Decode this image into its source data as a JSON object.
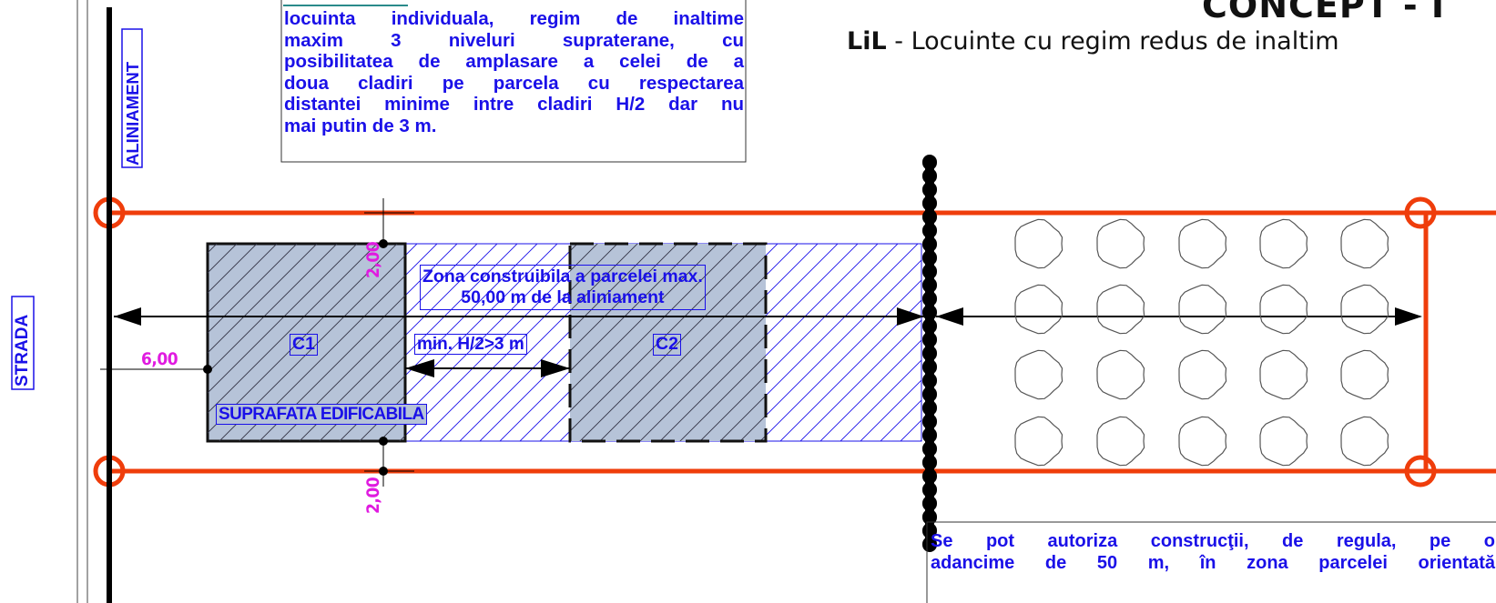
{
  "title": {
    "concept": "CONCEPT - I",
    "zone_code": "LiL",
    "zone_desc": " - Locuinte cu regim redus de inaltim"
  },
  "top_note": {
    "lines": [
      "locuinta individuala, regim de inaltime",
      "maxim 3 niveluri supraterane, cu",
      "posibilitatea de amplasare a celei de a",
      "doua cladiri pe parcela cu respectarea",
      "distantei minime intre cladiri H/2 dar nu",
      "mai putin de 3 m."
    ]
  },
  "labels": {
    "aliniament": "ALINIAMENT",
    "strada": "STRADA",
    "zona": [
      "Zona construibila a parcelei max.",
      "50,00 m de la aliniament"
    ],
    "c1": "C1",
    "c2": "C2",
    "min_dist": "min. H/2>3 m",
    "suprafata": "SUPRAFATA EDIFICABILA"
  },
  "dimensions": {
    "front_setback": "6,00",
    "top_side": "2,00",
    "bottom_side": "2,00"
  },
  "bottom_note": {
    "lines": [
      "Se pot autoriza construcţii, de regula, pe o",
      "adancime de 50 m, în zona parcelei orientată"
    ]
  },
  "colors": {
    "parcel_line": "#ef3d0b",
    "annotation": "#1a10e8",
    "dimension": "#e01be0",
    "building_fill": "#b6c3d8"
  }
}
